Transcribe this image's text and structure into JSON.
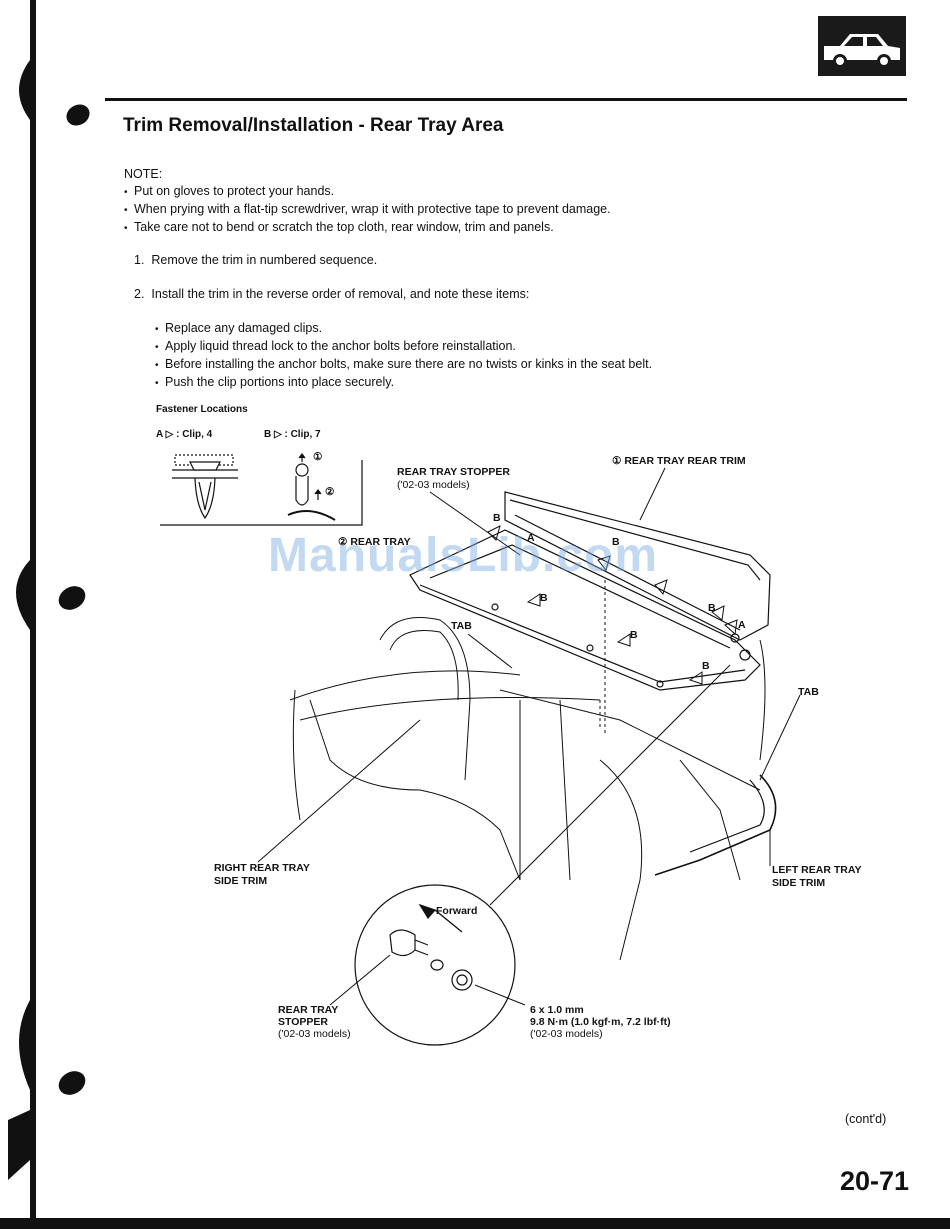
{
  "header": {
    "title": "Trim Removal/Installation - Rear Tray Area",
    "section_icon": "car-body-icon"
  },
  "note": {
    "heading": "NOTE:",
    "items": [
      "Put on gloves to protect your hands.",
      "When prying with a flat-tip screwdriver, wrap it with protective tape to prevent damage.",
      "Take care not to bend or scratch the top cloth, rear window, trim and panels."
    ]
  },
  "steps": [
    {
      "num": "1.",
      "text": "Remove the trim in numbered sequence."
    },
    {
      "num": "2.",
      "text": "Install the trim in the reverse order of removal, and note these items:"
    }
  ],
  "install_items": [
    "Replace any damaged clips.",
    "Apply liquid thread lock to the anchor bolts before reinstallation.",
    "Before installing the anchor bolts, make sure there are no twists or kinks in the seat belt.",
    "Push the clip portions into place securely."
  ],
  "fastener": {
    "heading": "Fastener Locations",
    "clip_a": "A ▷ : Clip, 4",
    "clip_b": "B ▷ : Clip, 7",
    "callout_1": "①",
    "callout_2": "②"
  },
  "diagram": {
    "rear_tray_rear_trim": "① REAR TRAY REAR TRIM",
    "rear_tray_stopper": "REAR TRAY STOPPER",
    "rear_tray_stopper_models": "('02-03 models)",
    "rear_tray": "② REAR TRAY",
    "tab_1": "TAB",
    "tab_2": "TAB",
    "right_side_trim_1": "RIGHT REAR TRAY",
    "right_side_trim_2": "SIDE TRIM",
    "left_side_trim_1": "LEFT REAR TRAY",
    "left_side_trim_2": "SIDE TRIM",
    "forward": "Forward",
    "detail_stopper_1": "REAR TRAY",
    "detail_stopper_2": "STOPPER",
    "detail_stopper_3": "('02-03 models)",
    "bolt_size": "6 x 1.0 mm",
    "torque": "9.8 N·m (1.0 kgf·m, 7.2 lbf·ft)",
    "torque_models": "('02-03 models)",
    "clip_a_mark": "A",
    "clip_b_mark": "B"
  },
  "watermark": "ManualsLib.com",
  "footer": {
    "cont": "(cont'd)",
    "page_number": "20-71"
  }
}
